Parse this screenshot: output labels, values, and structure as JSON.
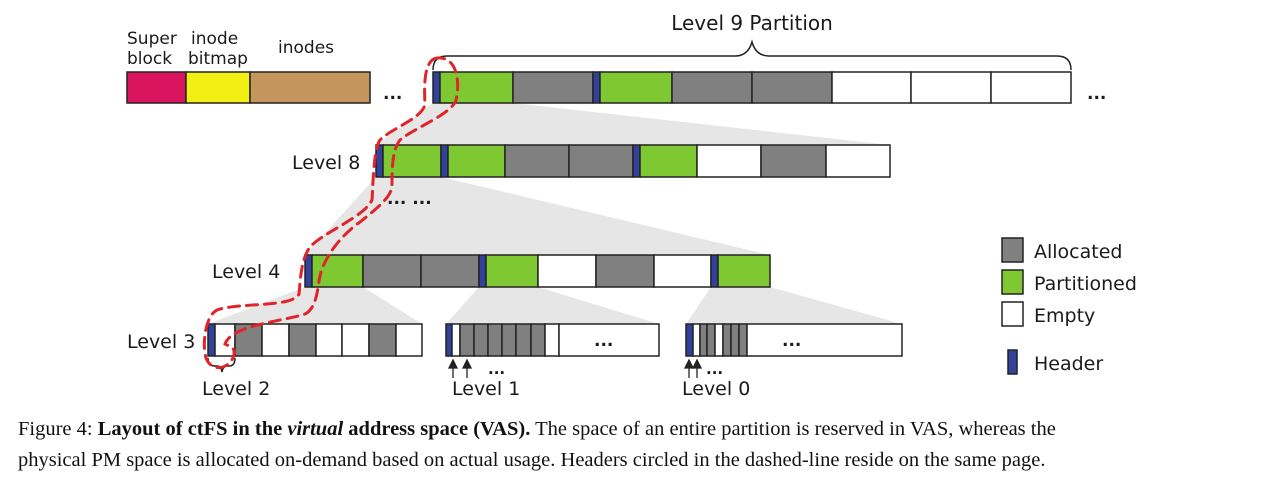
{
  "colors": {
    "superblock": "#d8155e",
    "inode_bitmap": "#f2ef12",
    "inodes": "#c4965e",
    "allocated": "#808080",
    "partitioned": "#7ec832",
    "empty": "#ffffff",
    "header": "#30429b",
    "highlight": "#e0242a",
    "zoom": "#e6e6e6"
  },
  "fs_metadata": {
    "superblock_line1": "Super",
    "superblock_line2": "block",
    "inode_bitmap_line1": "inode",
    "inode_bitmap_line2": "bitmap",
    "inodes": "inodes"
  },
  "levels": {
    "level9": "Level 9 Partition",
    "level8": "Level 8",
    "level4": "Level 4",
    "level3": "Level 3",
    "level2": "Level 2",
    "level1": "Level 1",
    "level0": "Level 0"
  },
  "ellipsis": "...",
  "ellipsis_wide": "... ...",
  "legend": {
    "allocated": "Allocated",
    "partitioned": "Partitioned",
    "empty": "Empty",
    "header": "Header"
  },
  "caption": {
    "label": "Figure 4:",
    "title_part1": "Layout of ctFS in the",
    "title_italic": "virtual",
    "title_part2": "address space (VAS).",
    "body_line1": "The space of an entire partition is reserved in VAS, whereas the",
    "body_line2": "physical PM space is allocated on-demand based on actual usage. Headers circled in the dashed-line reside on the same page."
  }
}
